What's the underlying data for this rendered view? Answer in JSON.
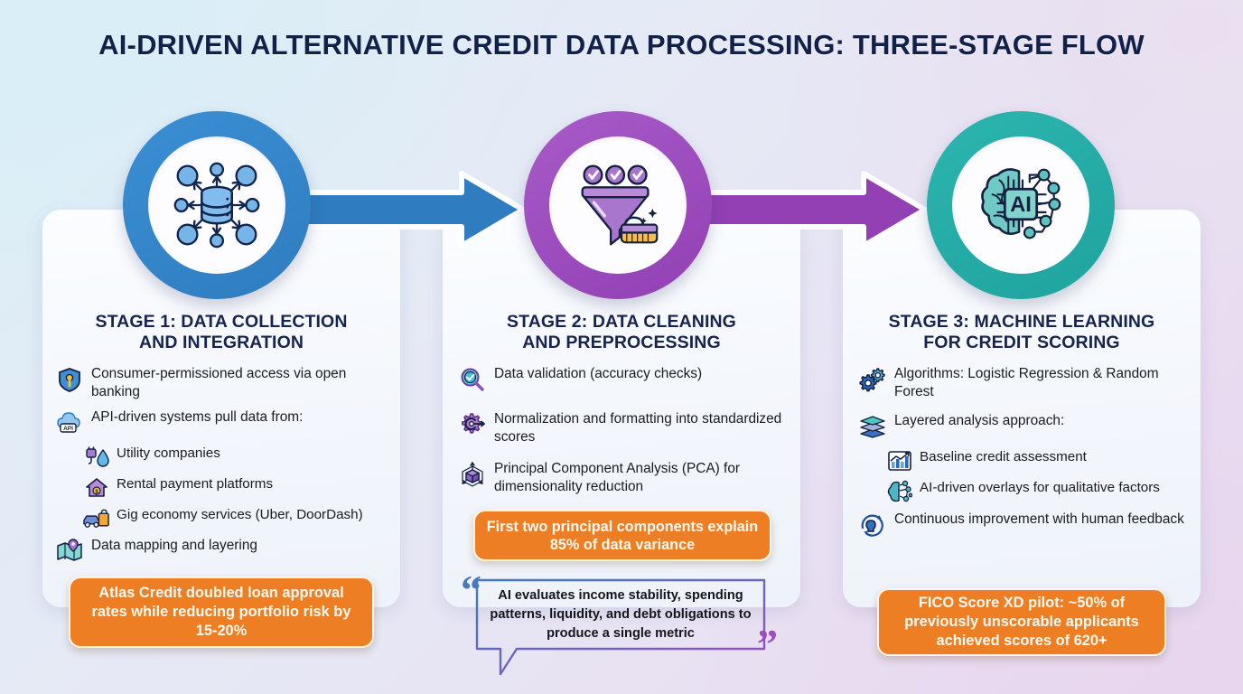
{
  "title": "AI-DRIVEN ALTERNATIVE CREDIT DATA PROCESSING: THREE-STAGE FLOW",
  "colors": {
    "title": "#12214a",
    "stage1": "#2f7cc0",
    "stage2": "#9240b4",
    "stage3": "#1fa39e",
    "callout": "#ee7e23",
    "bg_start": "#ddeef7",
    "bg_end": "#ead9ef"
  },
  "stages": [
    {
      "heading": "STAGE 1: DATA COLLECTION\nAND INTEGRATION",
      "heading_line1": "STAGE 1: DATA COLLECTION",
      "heading_line2": "AND INTEGRATION",
      "circle_icon": "database-network-icon",
      "accent": "#2f7cc0",
      "bullets": [
        {
          "icon": "shield-key-icon",
          "text": "Consumer-permissioned access via open banking",
          "sub": false
        },
        {
          "icon": "cloud-api-icon",
          "text": "API-driven systems pull data from:",
          "sub": false
        },
        {
          "icon": "plug-water-icon",
          "text": "Utility companies",
          "sub": true
        },
        {
          "icon": "house-dollar-icon",
          "text": "Rental payment platforms",
          "sub": true
        },
        {
          "icon": "car-bag-icon",
          "text": "Gig economy services (Uber, DoorDash)",
          "sub": true
        },
        {
          "icon": "map-pin-icon",
          "text": "Data mapping and layering",
          "sub": false
        }
      ],
      "callout": "Atlas Credit doubled loan approval rates while reducing portfolio risk by 15-20%"
    },
    {
      "heading_line1": "STAGE 2: DATA CLEANING",
      "heading_line2": "AND PREPROCESSING",
      "circle_icon": "funnel-brush-icon",
      "accent": "#9240b4",
      "bullets": [
        {
          "icon": "magnifier-check-icon",
          "text": "Data validation (accuracy checks)",
          "sub": false
        },
        {
          "icon": "gear-arrow-icon",
          "text": "Normalization and formatting into standardized scores",
          "sub": false
        },
        {
          "icon": "cube-axes-icon",
          "text": "Principal Component Analysis (PCA) for dimensionality reduction",
          "sub": false
        }
      ],
      "callout": "First two principal components explain 85% of data variance",
      "quote": "AI evaluates income stability, spending patterns, liquidity, and debt obligations to produce a single metric",
      "quote_open": "“",
      "quote_close": "”"
    },
    {
      "heading_line1": "STAGE 3: MACHINE LEARNING",
      "heading_line2": "FOR CREDIT SCORING",
      "circle_icon": "ai-brain-chip-icon",
      "accent": "#1fa39e",
      "bullets": [
        {
          "icon": "gears-icon",
          "text": "Algorithms: Logistic Regression & Random Forest",
          "sub": false
        },
        {
          "icon": "layers-icon",
          "text": "Layered analysis approach:",
          "sub": false
        },
        {
          "icon": "bar-chart-icon",
          "text": "Baseline credit assessment",
          "sub": true
        },
        {
          "icon": "ai-network-icon",
          "text": "AI-driven overlays for qualitative factors",
          "sub": true
        },
        {
          "icon": "feedback-loop-icon",
          "text": "Continuous improvement with human feedback",
          "sub": false
        }
      ],
      "callout": "FICO Score XD pilot: ~50% of previously unscorable applicants achieved scores of 620+"
    }
  ],
  "arrows": [
    {
      "name": "arrow-stage1-to-stage2",
      "color": "#2f7cc0"
    },
    {
      "name": "arrow-stage2-to-stage3",
      "color": "#9240b4"
    }
  ]
}
